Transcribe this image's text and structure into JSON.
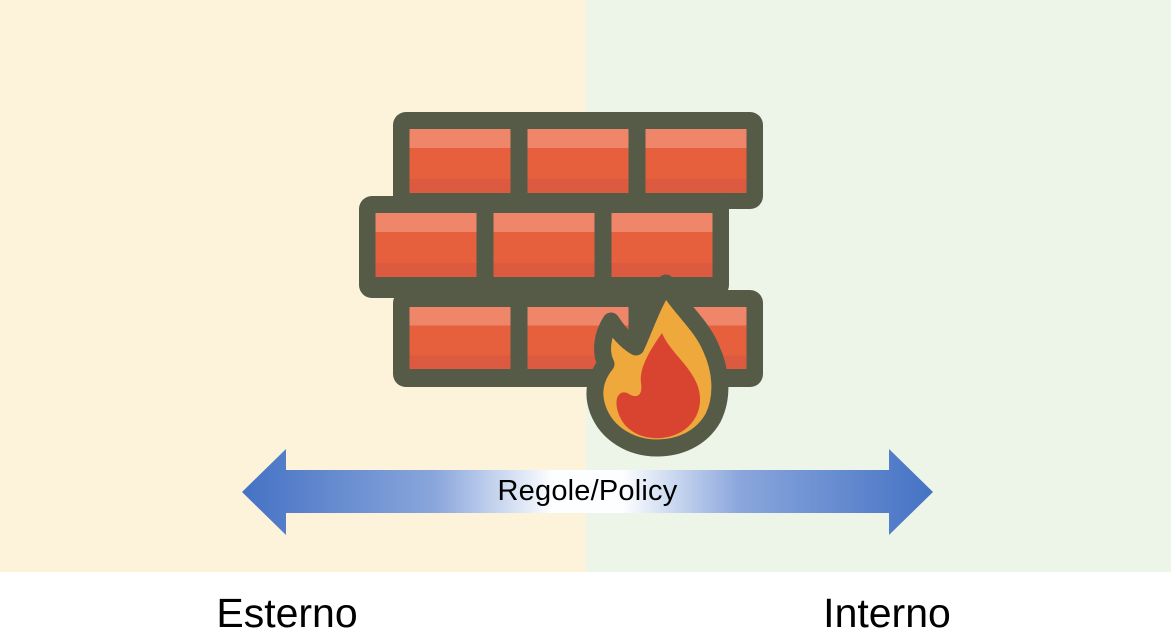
{
  "diagram": {
    "title_implicit": "Firewall diagram",
    "arrow_label": "Regole/Policy",
    "left_zone_label": "Esterno",
    "right_zone_label": "Interno",
    "icon": {
      "name": "firewall-icon",
      "parts": [
        "brick-wall",
        "flame"
      ]
    }
  },
  "colors": {
    "bg_left": "#FCF3DA",
    "bg_right": "#EDF5E9",
    "bottom_strip": "#FFFFFF",
    "mortar": "#555B47",
    "brick_light": "#EF8569",
    "brick_main": "#E7603E",
    "brick_dark": "#DC5A3F",
    "flame_outer": "#EFA83C",
    "flame_core": "#D94430",
    "arrow_blue": "#4472C4",
    "text": "#000000"
  }
}
